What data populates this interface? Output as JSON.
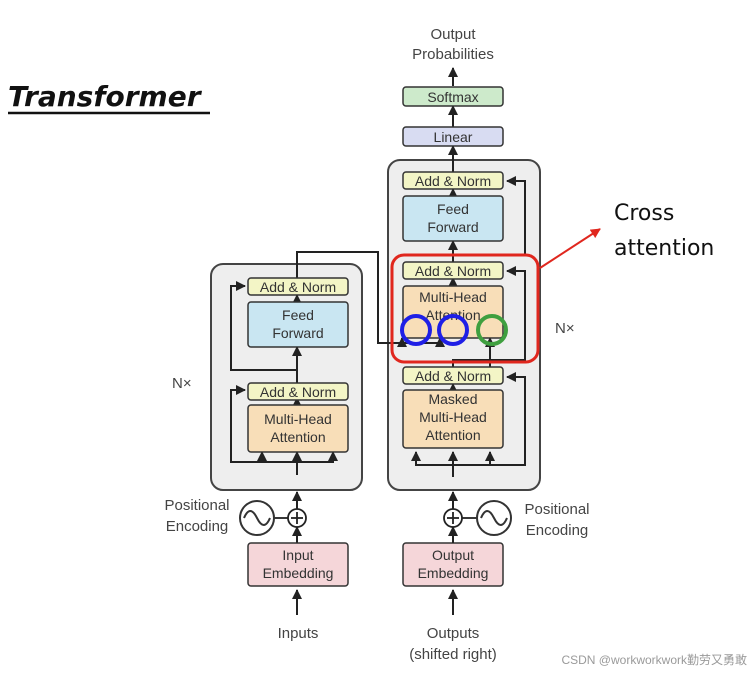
{
  "title": "Transformer",
  "output_probabilities": [
    "Output",
    "Probabilities"
  ],
  "decoder": {
    "softmax": "Softmax",
    "linear": "Linear",
    "add_norm_top": "Add & Norm",
    "feed_forward": [
      "Feed",
      "Forward"
    ],
    "add_norm_mid": "Add & Norm",
    "cross_mha": [
      "Multi-Head",
      "Attention"
    ],
    "add_norm_low": "Add & Norm",
    "masked_mha": [
      "Masked",
      "Multi-Head",
      "Attention"
    ],
    "nx": "N×"
  },
  "encoder": {
    "add_norm_top": "Add & Norm",
    "feed_forward": [
      "Feed",
      "Forward"
    ],
    "add_norm_low": "Add & Norm",
    "mha": [
      "Multi-Head",
      "Attention"
    ],
    "nx": "N×"
  },
  "positional_encoding_left": [
    "Positional",
    "Encoding"
  ],
  "positional_encoding_right": [
    "Positional",
    "Encoding"
  ],
  "input_embedding": [
    "Input",
    "Embedding"
  ],
  "output_embedding": [
    "Output",
    "Embedding"
  ],
  "inputs_label": "Inputs",
  "outputs_label": [
    "Outputs",
    "(shifted right)"
  ],
  "cross_attention_label": [
    "Cross",
    "attention"
  ],
  "watermark": "CSDN @workworkwork勤劳又勇敢",
  "colors": {
    "add_norm": "#f3f5c6",
    "feed_forward": "#c9e6f2",
    "attention": "#f8deb8",
    "embedding": "#f5d6d9",
    "softmax": "#cdeacb",
    "linear": "#d8dcf2",
    "stack_bg": "#eeeeee",
    "highlight_red": "#e0271e",
    "highlight_blue": "#1f1fe6",
    "highlight_green": "#3f9f3f"
  }
}
